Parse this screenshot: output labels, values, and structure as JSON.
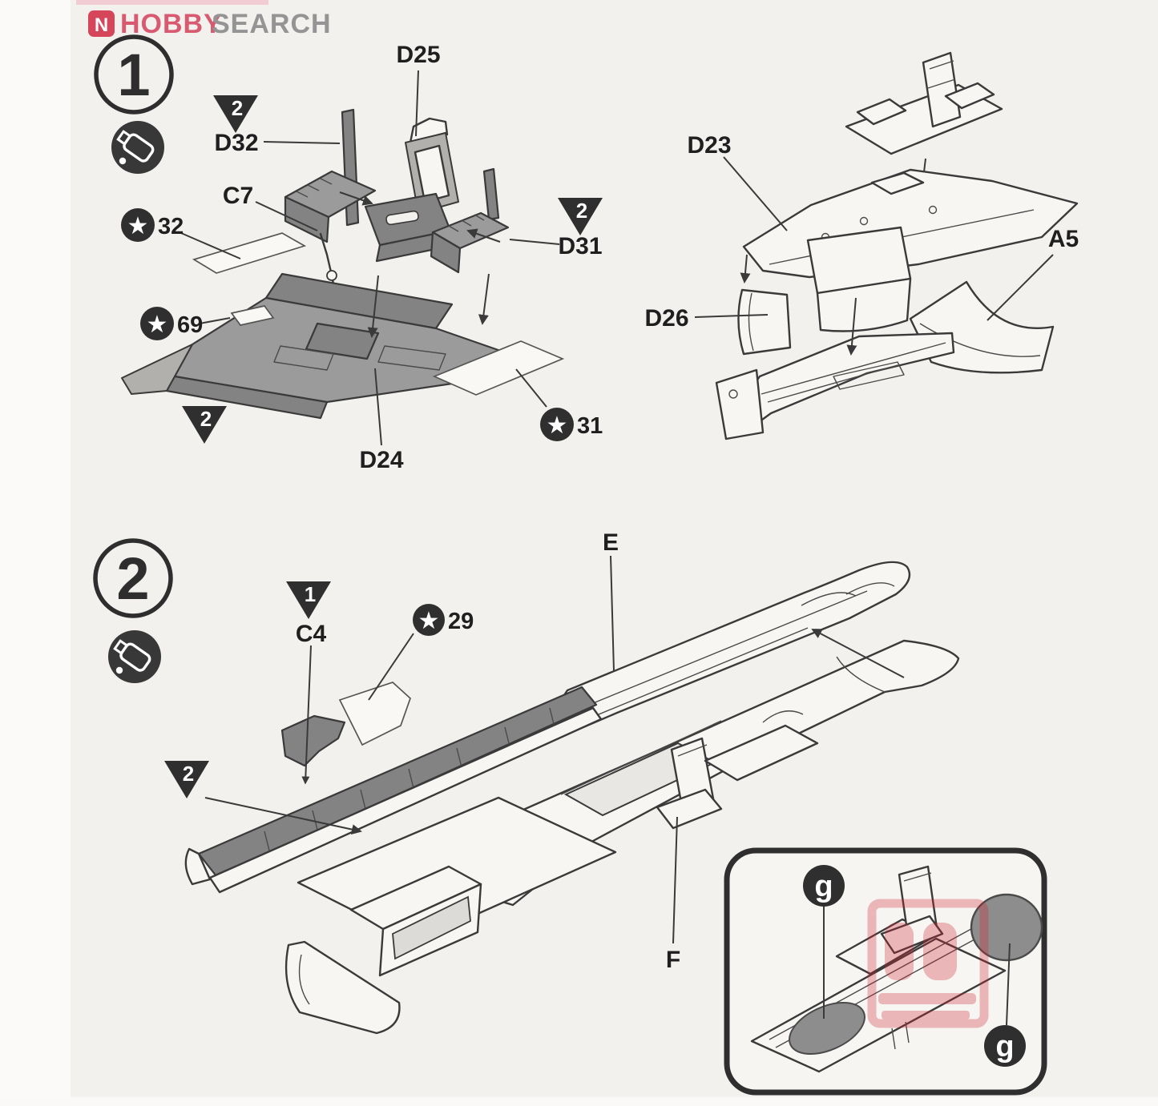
{
  "colors": {
    "brand_red": "#d6465a",
    "brand_gray": "#949494",
    "watermark_red": "#cf2433",
    "shade_gray": "#8f8f8f"
  },
  "logo": {
    "hobby": "HOBBY",
    "search": "SEARCH",
    "icon_letter": "N"
  },
  "symbols": {
    "star_glyph": "★"
  },
  "step1": {
    "number": "1",
    "labels": {
      "d25": "D25",
      "d32": "D32",
      "c7": "C7",
      "d31": "D31",
      "d24": "D24",
      "d23": "D23",
      "d26": "D26",
      "a5": "A5"
    },
    "stars": {
      "s32": "32",
      "s69": "69",
      "s31": "31"
    },
    "triangles": {
      "t_d32": "2",
      "t_d31": "2",
      "t_floor": "2"
    }
  },
  "step2": {
    "number": "2",
    "labels": {
      "c4": "C4",
      "e": "E",
      "f": "F"
    },
    "stars": {
      "s29": "29"
    },
    "triangles": {
      "t_c4": "1",
      "t_fus": "2"
    },
    "inset": {
      "g1": "g",
      "g2": "g"
    }
  }
}
